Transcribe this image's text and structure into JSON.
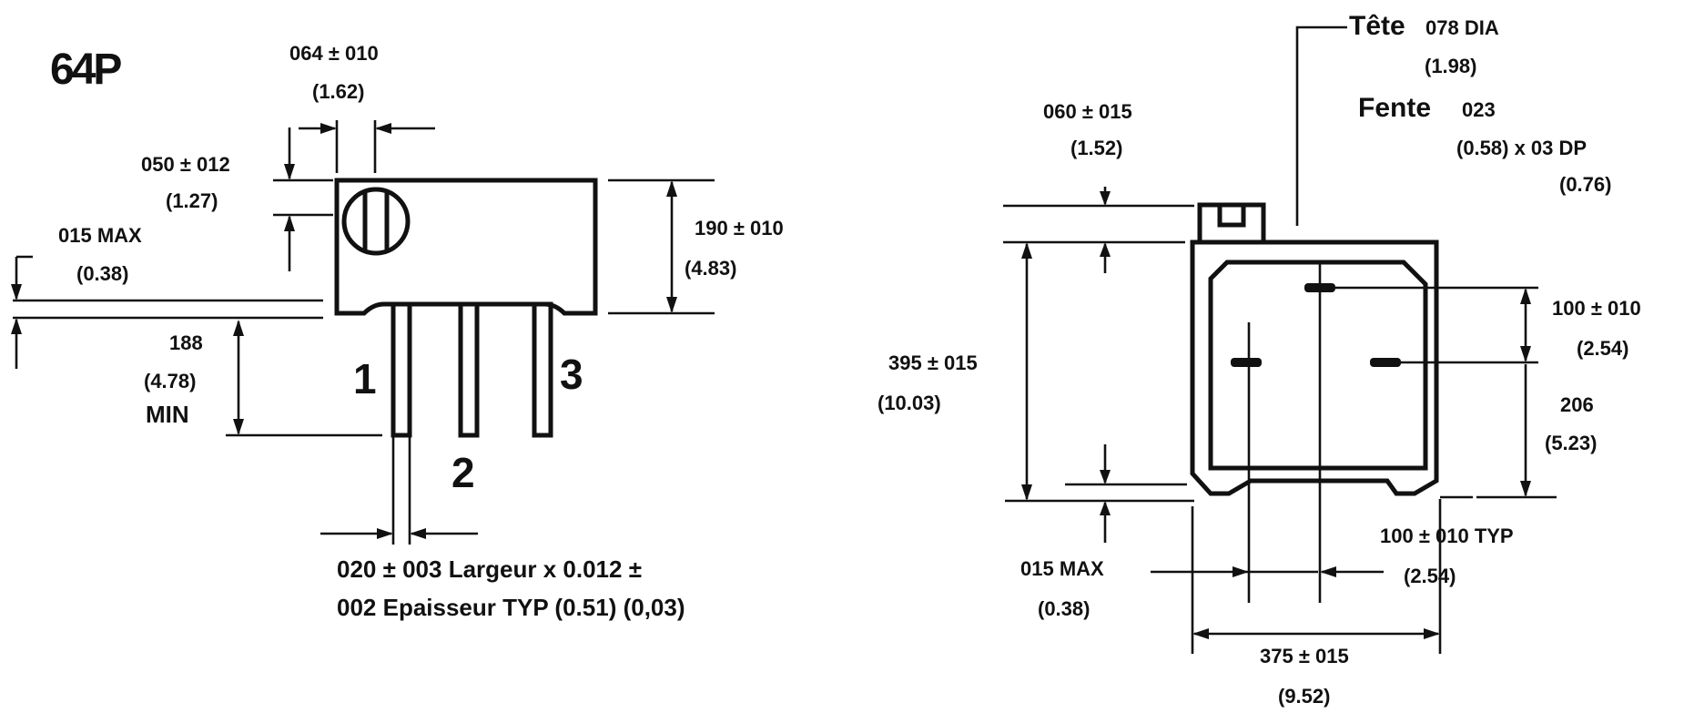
{
  "model": "64P",
  "left": {
    "pin_labels": [
      "1",
      "2",
      "3"
    ],
    "dim_064": {
      "line1": "064 ± 010",
      "line2": "(1.62)"
    },
    "dim_050": {
      "line1": "050 ± 012",
      "line2": "(1.27)"
    },
    "dim_015": {
      "line1": "015 MAX",
      "line2": "(0.38)"
    },
    "dim_190": {
      "line1": "190 ± 010",
      "line2": "(4.83)"
    },
    "dim_188": {
      "line1": "188",
      "line2": "(4.78)",
      "line3": "MIN"
    },
    "pin_note": {
      "line1": "020 ± 003 Largeur x 0.012 ±",
      "line2": "002 Epaisseur TYP (0.51) (0,03)"
    }
  },
  "right": {
    "tete": {
      "word": "Tête",
      "value": "078 DIA",
      "line2": "(1.98)"
    },
    "fente": {
      "word": "Fente",
      "value": "023",
      "line2": "(0.58) x 03 DP",
      "line3": "(0.76)"
    },
    "dim_060": {
      "line1": "060 ± 015",
      "line2": "(1.52)"
    },
    "dim_395": {
      "line1": "395 ± 015",
      "line2": "(10.03)"
    },
    "dim_100_right": {
      "line1": "100 ± 010",
      "line2": "(2.54)"
    },
    "dim_206": {
      "line1": "206",
      "line2": "(5.23)"
    },
    "dim_100_typ": {
      "line1": "100 ± 010 TYP",
      "line2": "(2.54)"
    },
    "dim_015_max": {
      "line1": "015 MAX",
      "line2": "(0.38)"
    },
    "dim_375": {
      "line1": "375 ± 015",
      "line2": "(9.52)"
    }
  }
}
